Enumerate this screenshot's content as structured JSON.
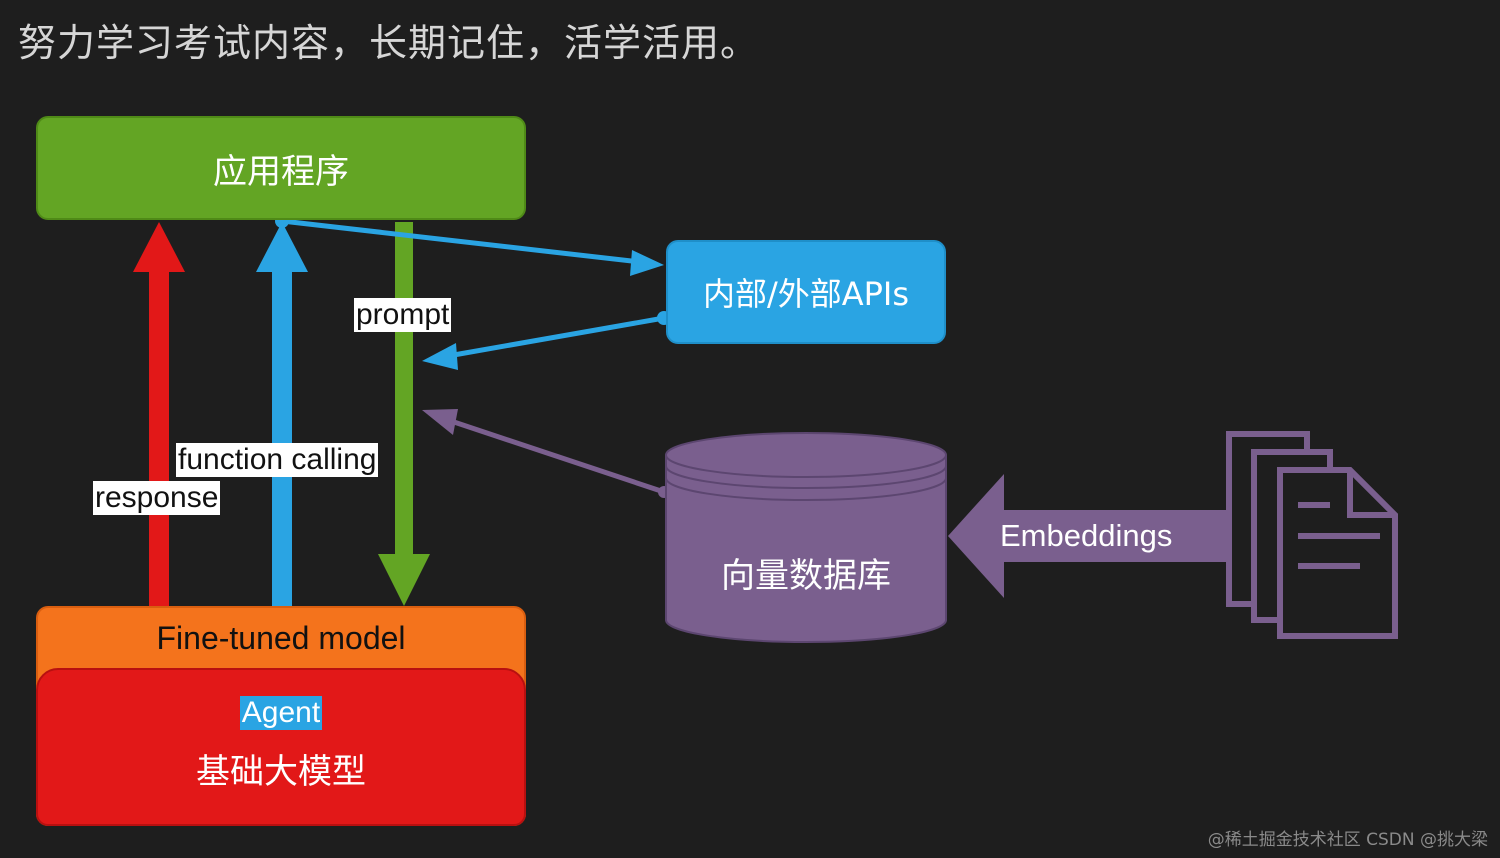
{
  "heading": "努力学习考试内容，长期记住，活学活用。",
  "nodes": {
    "app": "应用程序",
    "apis": "内部/外部APIs",
    "model_outer": "Fine-tuned model",
    "agent": "Agent",
    "base_model": "基础大模型",
    "vector_db": "向量数据库"
  },
  "edges": {
    "prompt": "prompt",
    "function_calling": "function calling",
    "response": "response",
    "embeddings": "Embeddings"
  },
  "watermark": "@稀土掘金技术社区 CSDN @挑大梁",
  "colors": {
    "background": "#1e1e1e",
    "app": "#63a524",
    "apis": "#2aa4e3",
    "model": "#f4731c",
    "base_model": "#e21818",
    "vector_db": "#7a5f8e"
  }
}
